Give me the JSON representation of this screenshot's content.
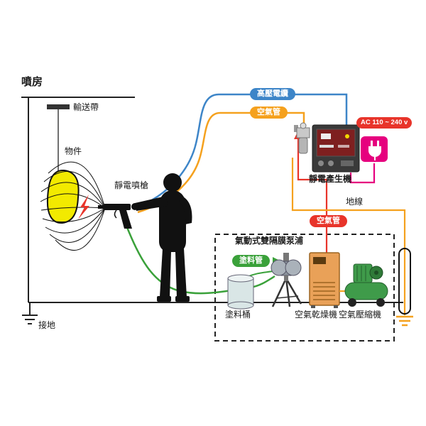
{
  "diagram": {
    "booth": {
      "label": "噴房"
    },
    "conveyor": {
      "label": "輸送帶"
    },
    "workpiece": {
      "label": "物件"
    },
    "spray_gun": {
      "label": "靜電噴槍"
    },
    "generator": {
      "label": "靜電產生機"
    },
    "pump": {
      "label": "氣動式雙隔膜泵浦"
    },
    "paint_bucket": {
      "label": "塗料桶"
    },
    "air_dryer": {
      "label": "空氣乾燥機"
    },
    "air_compressor": {
      "label": "空氣壓縮機"
    },
    "ground_left": {
      "label": "接地"
    },
    "cables": {
      "high_voltage": {
        "label": "高壓電纜",
        "color": "#3d85c8"
      },
      "air_top": {
        "label": "空氣管",
        "color": "#f5a11e"
      },
      "air_mid": {
        "label": "空氣管",
        "color": "#e8342a"
      },
      "paint": {
        "label": "塗料管",
        "color": "#3aa13a"
      },
      "ground_wire": {
        "label": "地線",
        "color": "#f5a11e"
      },
      "power": {
        "label": "AC 110 ~ 240 v",
        "color": "#e6007e"
      }
    },
    "colors": {
      "workpiece_yellow": "#f2ea00",
      "dryer_orange": "#e9a158",
      "compressor_green": "#3f9b4a",
      "silhouette_black": "#111111"
    }
  }
}
